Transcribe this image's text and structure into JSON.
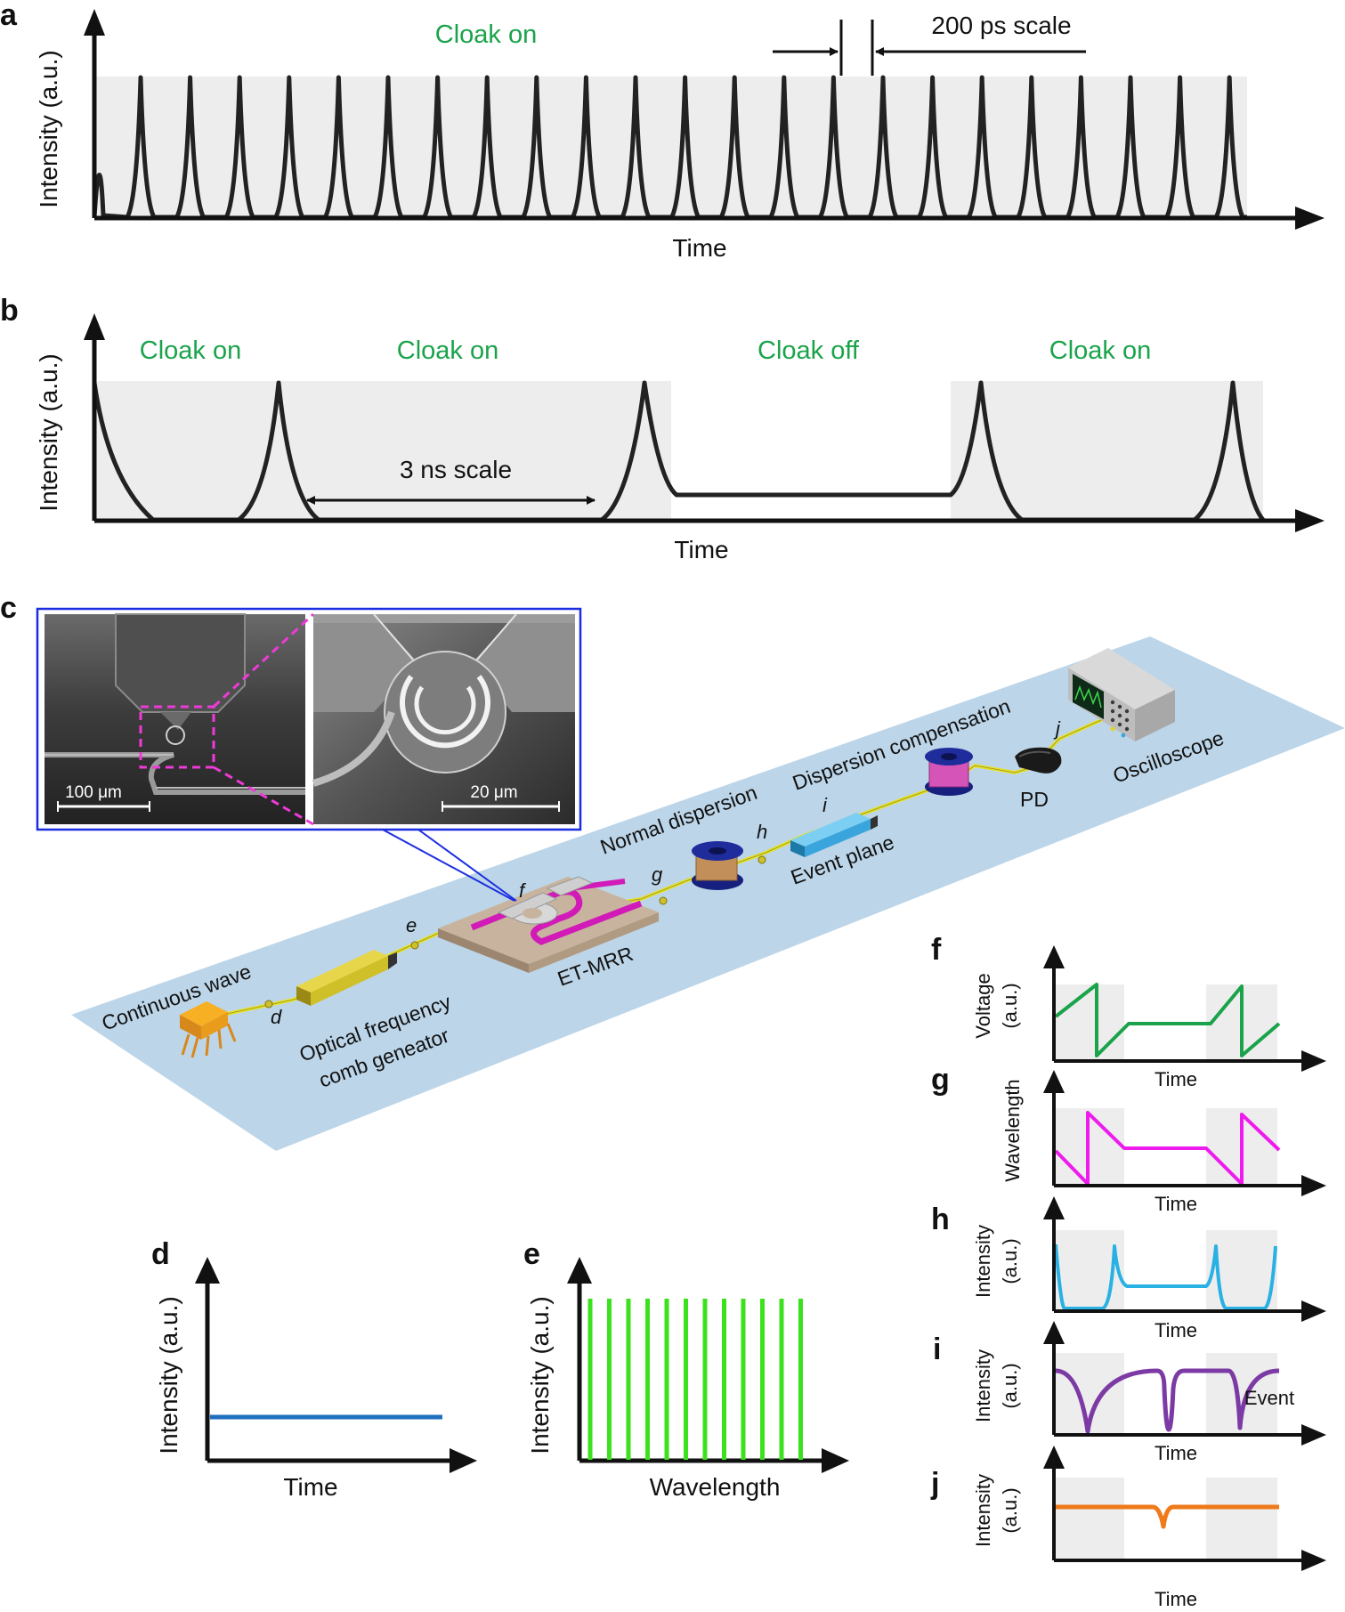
{
  "panels": {
    "a": {
      "letter": "a",
      "ylabel": "Intensity (a.u.)",
      "xlabel": "Time",
      "cloak_label": "Cloak on",
      "scale_label": "200 ps scale",
      "line_color": "#222222",
      "shade_color": "#ededed"
    },
    "b": {
      "letter": "b",
      "ylabel": "Intensity (a.u.)",
      "xlabel": "Time",
      "window_labels": [
        "Cloak on",
        "Cloak on",
        "Cloak off",
        "Cloak on"
      ],
      "scale_label": "3 ns scale",
      "line_color": "#222222",
      "shade_color": "#ededed"
    },
    "c": {
      "letter": "c",
      "labels": {
        "continuous_wave": "Continuous wave",
        "comb_generator_line1": "Optical frequency",
        "comb_generator_line2": "comb geneator",
        "et_mrr": "ET-MRR",
        "normal_dispersion": "Normal dispersion",
        "event_plane": "Event plane",
        "dispersion_compensation": "Dispersion compensation",
        "pd": "PD",
        "oscilloscope": "Oscilloscope"
      },
      "points": {
        "d": "d",
        "e": "e",
        "f": "f",
        "g": "g",
        "h": "h",
        "i": "i",
        "j": "j"
      },
      "inset": {
        "scale_left": "100 μm",
        "scale_right": "20 μm"
      },
      "colors": {
        "table": "#bcd5e8",
        "waveguide": "#e6e22e",
        "chip": "#c8b49e",
        "electrode": "#d21ab9",
        "modulator": "#cfc02a",
        "event_modulator": "#3aa5dc",
        "spool": "#17207f"
      }
    },
    "d": {
      "letter": "d",
      "ylabel": "Intensity (a.u.)",
      "xlabel": "Time",
      "line_color": "#1f6fbf"
    },
    "e": {
      "letter": "e",
      "ylabel": "Intensity (a.u.)",
      "xlabel": "Wavelength",
      "line_color": "#3be11c",
      "comb_lines": 12
    },
    "f": {
      "letter": "f",
      "ylabel_line1": "Voltage",
      "ylabel_line2": "(a.u.)",
      "xlabel": "Time",
      "line_color": "#1aa34a"
    },
    "g": {
      "letter": "g",
      "ylabel": "Wavelength",
      "xlabel": "Time",
      "line_color": "#ee1aee"
    },
    "h": {
      "letter": "h",
      "ylabel_line1": "Intensity",
      "ylabel_line2": "(a.u.)",
      "xlabel": "Time",
      "line_color": "#2ab1e4"
    },
    "i": {
      "letter": "i",
      "ylabel_line1": "Intensity",
      "ylabel_line2": "(a.u.)",
      "xlabel": "Time",
      "event_label": "Event",
      "line_color": "#7c3aa5"
    },
    "j": {
      "letter": "j",
      "ylabel_line1": "Intensity",
      "ylabel_line2": "(a.u.)",
      "xlabel": "Time",
      "line_color": "#ef7a1a"
    }
  }
}
